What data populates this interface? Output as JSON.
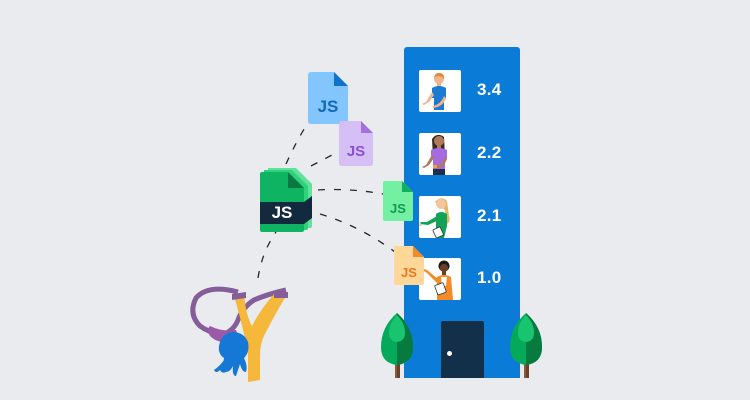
{
  "scene": {
    "background": "#e9ebef",
    "description": "Illustration of JavaScript files being launched from a slingshot into a building with versioned floors"
  },
  "building": {
    "color": "#0b7bd8",
    "door_color": "#12304a",
    "floors": [
      {
        "version": "3.4",
        "person": "person-blue-shirt"
      },
      {
        "version": "2.2",
        "person": "person-purple-shirt"
      },
      {
        "version": "2.1",
        "person": "person-green-shirt"
      },
      {
        "version": "1.0",
        "person": "person-orange-jacket"
      }
    ]
  },
  "files": {
    "stack": {
      "label": "JS",
      "color": "#12c06a",
      "band": "#13293d"
    },
    "blue": {
      "label": "JS",
      "color": "#83c6ff",
      "text": "#1468b8"
    },
    "purple": {
      "label": "JS",
      "color": "#d6bff5",
      "text": "#8a4fd1"
    },
    "green": {
      "label": "JS",
      "color": "#74f0a3",
      "text": "#119a52"
    },
    "orange": {
      "label": "JS",
      "color": "#ffd899",
      "text": "#f2741d"
    }
  },
  "colors": {
    "tree_light": "#19c46f",
    "tree_mid": "#04a95a",
    "tree_dark": "#067a3f",
    "trunk": "#8a5a3a",
    "slingshot_frame": "#f6b83a",
    "slingshot_band": "#845d99",
    "octopus": "#1577d6"
  }
}
